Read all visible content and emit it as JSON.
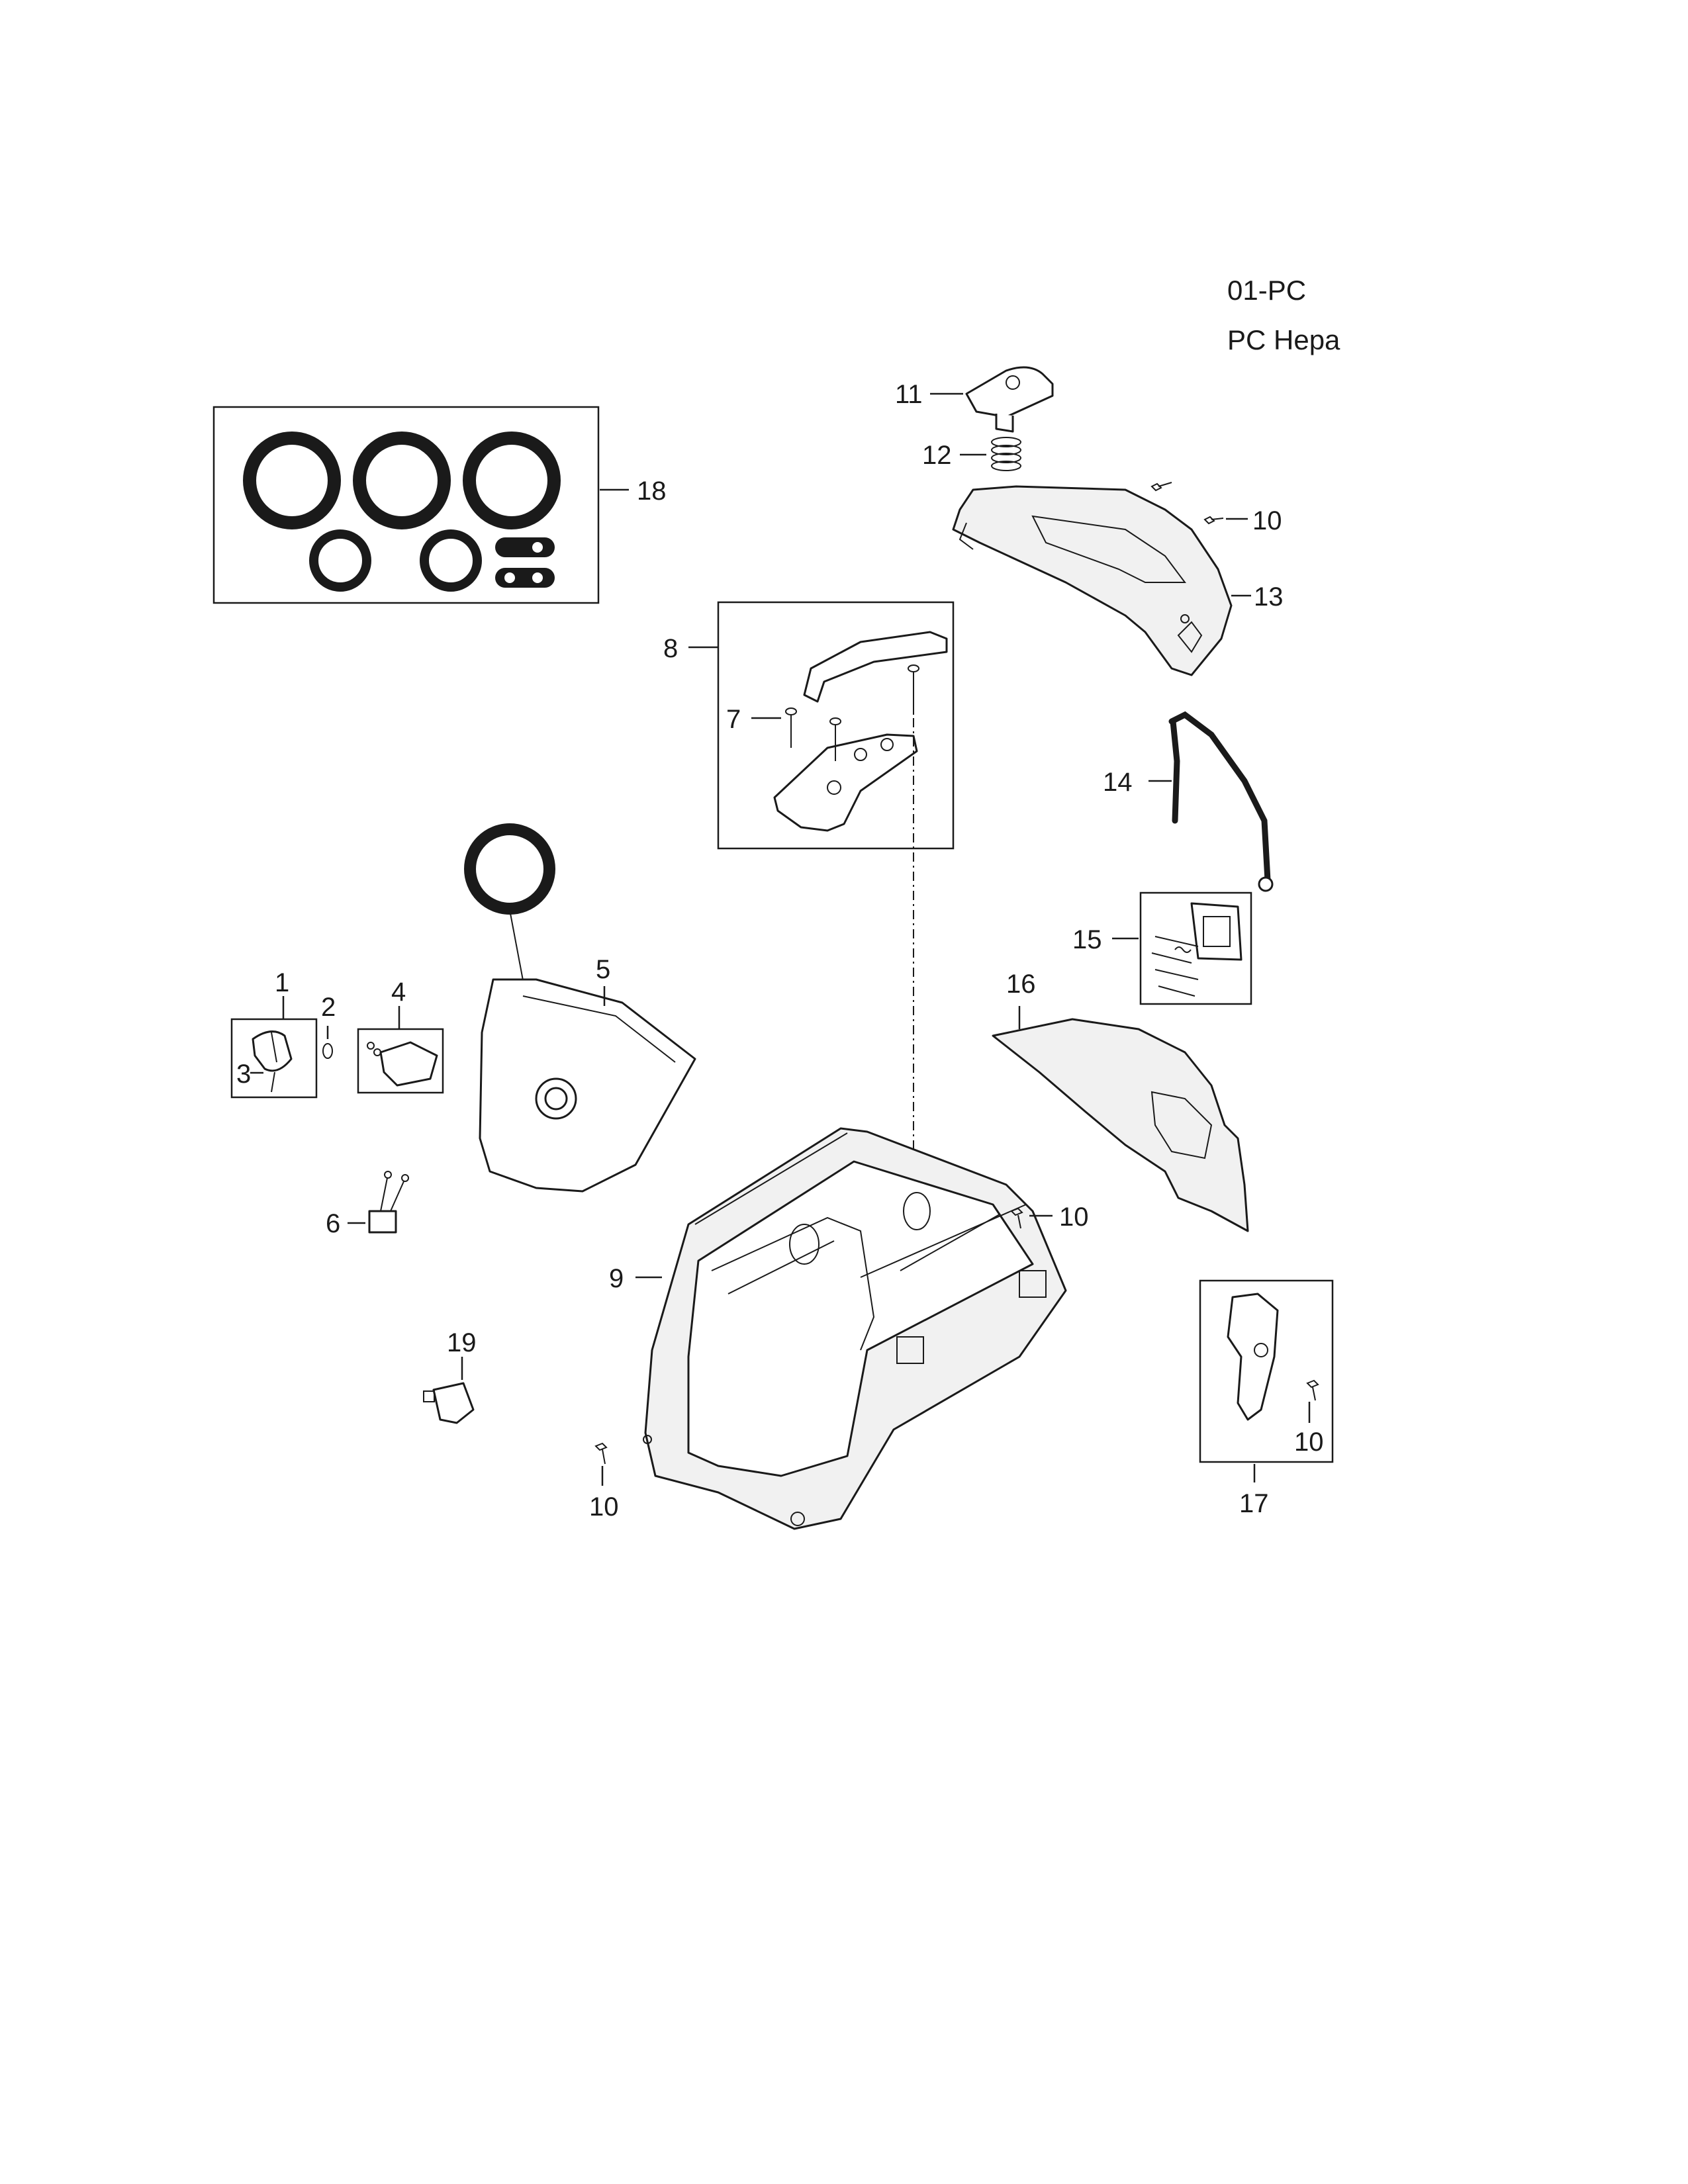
{
  "header": {
    "code": "01-PC",
    "title": "PC Hepa"
  },
  "callouts": {
    "p1": "1",
    "p2": "2",
    "p3": "3",
    "p4": "4",
    "p5": "5",
    "p6": "6",
    "p7": "7",
    "p8": "8",
    "p9": "9",
    "p10a": "10",
    "p10b": "10",
    "p10c": "10",
    "p10d": "10",
    "p11": "11",
    "p12": "12",
    "p13": "13",
    "p14": "14",
    "p15": "15",
    "p16": "16",
    "p17": "17",
    "p18": "18",
    "p19": "19"
  }
}
